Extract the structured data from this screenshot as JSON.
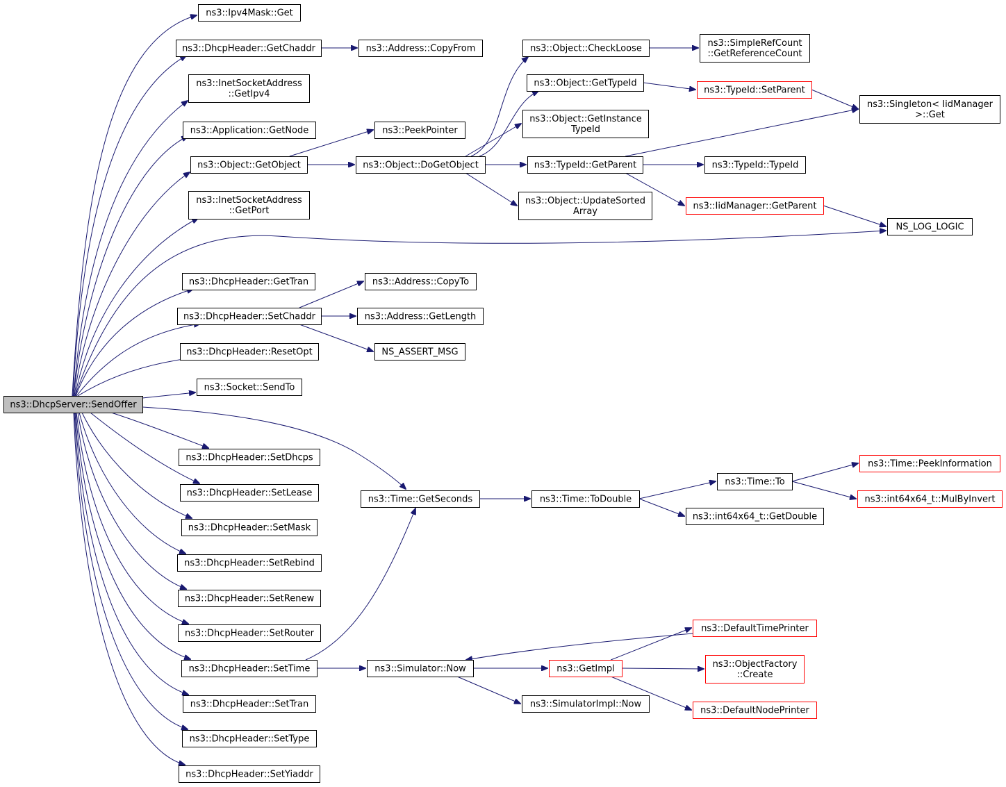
{
  "diagram": {
    "nodes": [
      {
        "id": "sendoffer",
        "lines": [
          "ns3::DhcpServer::SendOffer"
        ],
        "root": true
      },
      {
        "id": "ipv4mask_get",
        "lines": [
          "ns3::Ipv4Mask::Get"
        ]
      },
      {
        "id": "getchaddr",
        "lines": [
          "ns3::DhcpHeader::GetChaddr"
        ]
      },
      {
        "id": "copyfrom",
        "lines": [
          "ns3::Address::CopyFrom"
        ]
      },
      {
        "id": "getipv4",
        "lines": [
          "ns3::InetSocketAddress",
          "::GetIpv4"
        ]
      },
      {
        "id": "getnode",
        "lines": [
          "ns3::Application::GetNode"
        ]
      },
      {
        "id": "peekpointer",
        "lines": [
          "ns3::PeekPointer"
        ]
      },
      {
        "id": "getobject",
        "lines": [
          "ns3::Object::GetObject"
        ]
      },
      {
        "id": "dogetobject",
        "lines": [
          "ns3::Object::DoGetObject"
        ]
      },
      {
        "id": "checkloose",
        "lines": [
          "ns3::Object::CheckLoose"
        ]
      },
      {
        "id": "getrefcount",
        "lines": [
          "ns3::SimpleRefCount",
          "::GetReferenceCount"
        ]
      },
      {
        "id": "gettypeid",
        "lines": [
          "ns3::Object::GetTypeId"
        ]
      },
      {
        "id": "setparent",
        "lines": [
          "ns3::TypeId::SetParent"
        ],
        "red": true
      },
      {
        "id": "singleton_get",
        "lines": [
          "ns3::Singleton< IidManager",
          ">::Get"
        ]
      },
      {
        "id": "getinstancetypeid",
        "lines": [
          "ns3::Object::GetInstance",
          "TypeId"
        ]
      },
      {
        "id": "typeid_getparent",
        "lines": [
          "ns3::TypeId::GetParent"
        ]
      },
      {
        "id": "typeid_typeid",
        "lines": [
          "ns3::TypeId::TypeId"
        ]
      },
      {
        "id": "updatesorted",
        "lines": [
          "ns3::Object::UpdateSorted",
          "Array"
        ]
      },
      {
        "id": "iid_getparent",
        "lines": [
          "ns3::IidManager::GetParent"
        ],
        "red": true
      },
      {
        "id": "getport",
        "lines": [
          "ns3::InetSocketAddress",
          "::GetPort"
        ]
      },
      {
        "id": "ns_log_logic",
        "lines": [
          "NS_LOG_LOGIC"
        ]
      },
      {
        "id": "gettran",
        "lines": [
          "ns3::DhcpHeader::GetTran"
        ]
      },
      {
        "id": "setchaddr",
        "lines": [
          "ns3::DhcpHeader::SetChaddr"
        ]
      },
      {
        "id": "copyto",
        "lines": [
          "ns3::Address::CopyTo"
        ]
      },
      {
        "id": "getlength",
        "lines": [
          "ns3::Address::GetLength"
        ]
      },
      {
        "id": "ns_assert_msg",
        "lines": [
          "NS_ASSERT_MSG"
        ]
      },
      {
        "id": "resetopt",
        "lines": [
          "ns3::DhcpHeader::ResetOpt"
        ]
      },
      {
        "id": "sendto",
        "lines": [
          "ns3::Socket::SendTo"
        ]
      },
      {
        "id": "setdhcps",
        "lines": [
          "ns3::DhcpHeader::SetDhcps"
        ]
      },
      {
        "id": "setlease",
        "lines": [
          "ns3::DhcpHeader::SetLease"
        ]
      },
      {
        "id": "setmask",
        "lines": [
          "ns3::DhcpHeader::SetMask"
        ]
      },
      {
        "id": "setrebind",
        "lines": [
          "ns3::DhcpHeader::SetRebind"
        ]
      },
      {
        "id": "setrenew",
        "lines": [
          "ns3::DhcpHeader::SetRenew"
        ]
      },
      {
        "id": "setrouter",
        "lines": [
          "ns3::DhcpHeader::SetRouter"
        ]
      },
      {
        "id": "settime",
        "lines": [
          "ns3::DhcpHeader::SetTime"
        ]
      },
      {
        "id": "settran",
        "lines": [
          "ns3::DhcpHeader::SetTran"
        ]
      },
      {
        "id": "settype",
        "lines": [
          "ns3::DhcpHeader::SetType"
        ]
      },
      {
        "id": "setyiaddr",
        "lines": [
          "ns3::DhcpHeader::SetYiaddr"
        ]
      },
      {
        "id": "getseconds",
        "lines": [
          "ns3::Time::GetSeconds"
        ]
      },
      {
        "id": "todouble",
        "lines": [
          "ns3::Time::ToDouble"
        ]
      },
      {
        "id": "time_to",
        "lines": [
          "ns3::Time::To"
        ]
      },
      {
        "id": "peekinformation",
        "lines": [
          "ns3::Time::PeekInformation"
        ],
        "red": true
      },
      {
        "id": "mulbyinvert",
        "lines": [
          "ns3::int64x64_t::MulByInvert"
        ],
        "red": true
      },
      {
        "id": "getdouble",
        "lines": [
          "ns3::int64x64_t::GetDouble"
        ]
      },
      {
        "id": "simulator_now",
        "lines": [
          "ns3::Simulator::Now"
        ]
      },
      {
        "id": "getimpl",
        "lines": [
          "ns3::GetImpl"
        ],
        "red": true
      },
      {
        "id": "defaulttimeprinter",
        "lines": [
          "ns3::DefaultTimePrinter"
        ],
        "red": true
      },
      {
        "id": "objectfactory_create",
        "lines": [
          "ns3::ObjectFactory",
          "::Create"
        ],
        "red": true
      },
      {
        "id": "defaultnodeprinter",
        "lines": [
          "ns3::DefaultNodePrinter"
        ],
        "red": true
      },
      {
        "id": "simulatorimpl_now",
        "lines": [
          "ns3::SimulatorImpl::Now"
        ]
      }
    ],
    "edges": [
      [
        "sendoffer",
        "ipv4mask_get"
      ],
      [
        "sendoffer",
        "getchaddr"
      ],
      [
        "sendoffer",
        "getipv4"
      ],
      [
        "sendoffer",
        "getnode"
      ],
      [
        "sendoffer",
        "getobject"
      ],
      [
        "sendoffer",
        "getport"
      ],
      [
        "sendoffer",
        "ns_log_logic"
      ],
      [
        "sendoffer",
        "gettran"
      ],
      [
        "sendoffer",
        "setchaddr"
      ],
      [
        "sendoffer",
        "resetopt"
      ],
      [
        "sendoffer",
        "sendto"
      ],
      [
        "sendoffer",
        "getseconds"
      ],
      [
        "sendoffer",
        "setdhcps"
      ],
      [
        "sendoffer",
        "setlease"
      ],
      [
        "sendoffer",
        "setmask"
      ],
      [
        "sendoffer",
        "setrebind"
      ],
      [
        "sendoffer",
        "setrenew"
      ],
      [
        "sendoffer",
        "setrouter"
      ],
      [
        "sendoffer",
        "settime"
      ],
      [
        "sendoffer",
        "settran"
      ],
      [
        "sendoffer",
        "settype"
      ],
      [
        "sendoffer",
        "setyiaddr"
      ],
      [
        "getchaddr",
        "copyfrom"
      ],
      [
        "getobject",
        "peekpointer"
      ],
      [
        "getobject",
        "dogetobject"
      ],
      [
        "dogetobject",
        "checkloose"
      ],
      [
        "dogetobject",
        "gettypeid"
      ],
      [
        "dogetobject",
        "getinstancetypeid"
      ],
      [
        "dogetobject",
        "typeid_getparent"
      ],
      [
        "dogetobject",
        "updatesorted"
      ],
      [
        "checkloose",
        "getrefcount"
      ],
      [
        "gettypeid",
        "setparent"
      ],
      [
        "setparent",
        "singleton_get"
      ],
      [
        "typeid_getparent",
        "singleton_get"
      ],
      [
        "typeid_getparent",
        "typeid_typeid"
      ],
      [
        "typeid_getparent",
        "iid_getparent"
      ],
      [
        "iid_getparent",
        "ns_log_logic"
      ],
      [
        "setchaddr",
        "copyto"
      ],
      [
        "setchaddr",
        "getlength"
      ],
      [
        "setchaddr",
        "ns_assert_msg"
      ],
      [
        "settime",
        "getseconds"
      ],
      [
        "settime",
        "simulator_now"
      ],
      [
        "getseconds",
        "todouble"
      ],
      [
        "todouble",
        "time_to"
      ],
      [
        "todouble",
        "getdouble"
      ],
      [
        "time_to",
        "peekinformation"
      ],
      [
        "time_to",
        "mulbyinvert"
      ],
      [
        "simulator_now",
        "getimpl"
      ],
      [
        "simulator_now",
        "simulatorimpl_now"
      ],
      [
        "getimpl",
        "defaulttimeprinter"
      ],
      [
        "getimpl",
        "objectfactory_create"
      ],
      [
        "getimpl",
        "defaultnodeprinter"
      ],
      [
        "defaulttimeprinter",
        "simulator_now"
      ]
    ]
  }
}
